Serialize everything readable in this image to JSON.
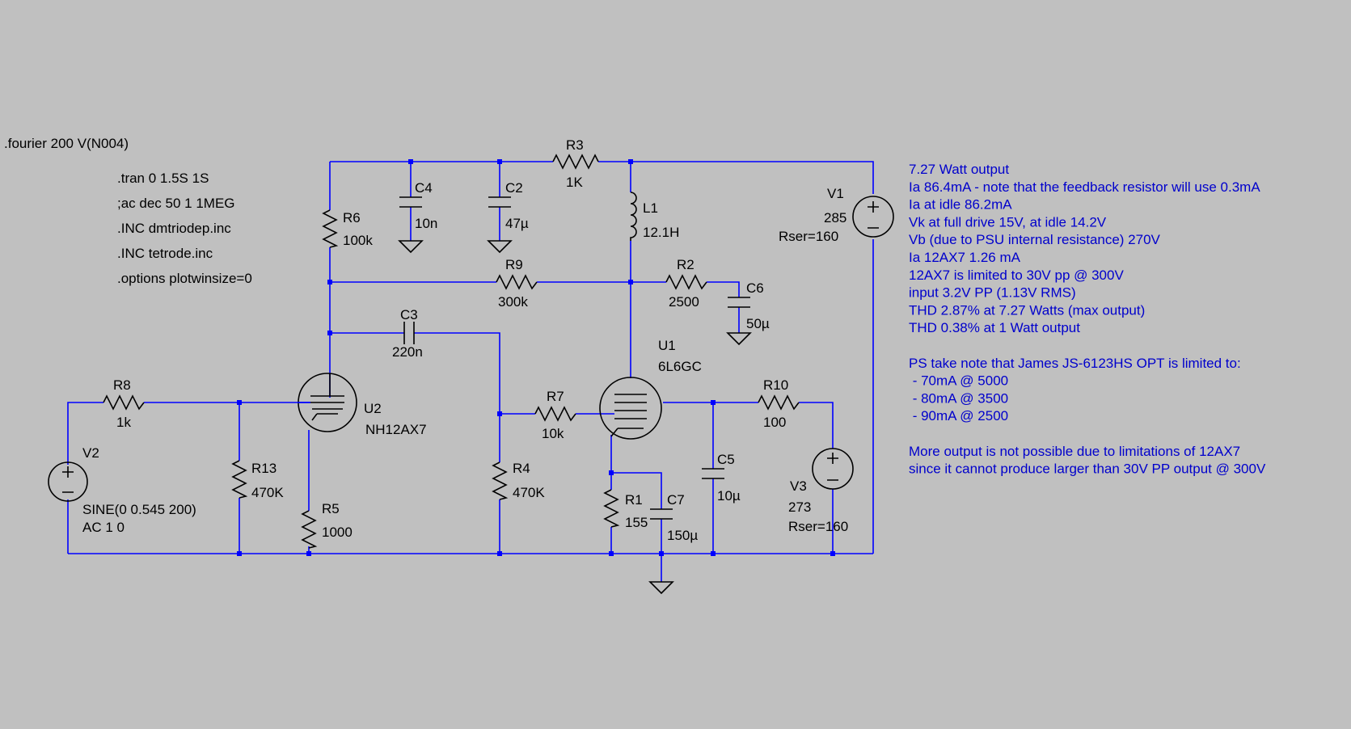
{
  "directives": {
    "fourier": ".fourier 200 V(N004)",
    "tran": ".tran 0 1.5S 1S",
    "ac": ";ac dec 50 1 1MEG",
    "inc1": ".INC dmtriodep.inc",
    "inc2": ".INC tetrode.inc",
    "options": ".options plotwinsize=0"
  },
  "components": {
    "R3": {
      "name": "R3",
      "value": "1K"
    },
    "R6": {
      "name": "R6",
      "value": "100k"
    },
    "C4": {
      "name": "C4",
      "value": "10n"
    },
    "C2": {
      "name": "C2",
      "value": "47µ"
    },
    "L1": {
      "name": "L1",
      "value": "12.1H"
    },
    "V1": {
      "name": "V1",
      "value": "285",
      "extra": "Rser=160"
    },
    "R9": {
      "name": "R9",
      "value": "300k"
    },
    "R2": {
      "name": "R2",
      "value": "2500"
    },
    "C6": {
      "name": "C6",
      "value": "50µ"
    },
    "C3": {
      "name": "C3",
      "value": "220n"
    },
    "U1": {
      "name": "U1",
      "value": "6L6GC"
    },
    "U2": {
      "name": "U2",
      "value": "NH12AX7"
    },
    "R8": {
      "name": "R8",
      "value": "1k"
    },
    "R7": {
      "name": "R7",
      "value": "10k"
    },
    "R10": {
      "name": "R10",
      "value": "100"
    },
    "V2": {
      "name": "V2",
      "value": "SINE(0 0.545 200)",
      "extra": "AC 1 0"
    },
    "R13": {
      "name": "R13",
      "value": "470K"
    },
    "R4": {
      "name": "R4",
      "value": "470K"
    },
    "R5": {
      "name": "R5",
      "value": "1000"
    },
    "R1": {
      "name": "R1",
      "value": "155"
    },
    "C7": {
      "name": "C7",
      "value": "150µ"
    },
    "C5": {
      "name": "C5",
      "value": "10µ"
    },
    "V3": {
      "name": "V3",
      "value": "273",
      "extra": "Rser=160"
    }
  },
  "notes": [
    "7.27 Watt output",
    "Ia 86.4mA - note that the feedback resistor will use 0.3mA",
    "Ia at idle 86.2mA",
    "Vk at full drive 15V, at idle 14.2V",
    "Vb (due to PSU internal resistance) 270V",
    "Ia 12AX7 1.26 mA",
    "12AX7 is limited to 30V pp @ 300V",
    "input 3.2V PP (1.13V RMS)",
    "THD 2.87% at 7.27 Watts (max output)",
    "THD 0.38% at 1 Watt output",
    "",
    "PS take note that James JS-6123HS OPT is limited to:",
    " - 70mA @ 5000",
    " - 80mA @ 3500",
    " - 90mA @ 2500",
    "",
    "More output is not possible due to limitations of 12AX7",
    "since it cannot produce larger than 30V PP output @ 300V"
  ],
  "colors": {
    "background": "#c0c0c0",
    "wire": "#0000ff",
    "component": "#000000",
    "note_text": "#0000cc"
  }
}
